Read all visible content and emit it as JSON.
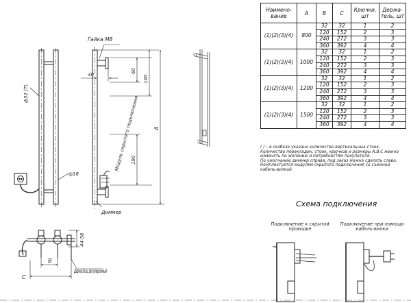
{
  "drawing": {
    "labels": {
      "nut": "Гайка М8",
      "diam32": "ф32 (Т)",
      "diam18": "ф18",
      "module": "Модуль скрытого подключения",
      "dimmer": "Диммер",
      "holder": "Держатель регулируемый",
      "dimA": "A",
      "dimB": "B",
      "dimC": "C",
      "dim40": "40",
      "dim60": "60",
      "dim100": "100",
      "dim190": "190",
      "dim4456": "44-56"
    }
  },
  "table": {
    "headers": [
      "Наимено-вание",
      "A",
      "B",
      "C",
      "Крючки, шт",
      "Держа-тель, шт"
    ],
    "groups": [
      {
        "name": "(1)(2)(3)(4)",
        "a": "800",
        "rows": [
          [
            "32",
            "32",
            "1",
            "2"
          ],
          [
            "120",
            "152",
            "2",
            "3"
          ],
          [
            "240",
            "272",
            "3",
            "3"
          ],
          [
            "360",
            "392",
            "4",
            "4"
          ]
        ]
      },
      {
        "name": "(1)(2)(3)(4)",
        "a": "1000",
        "rows": [
          [
            "32",
            "32",
            "1",
            "2"
          ],
          [
            "120",
            "152",
            "2",
            "3"
          ],
          [
            "240",
            "272",
            "3",
            "3"
          ],
          [
            "360",
            "392",
            "4",
            "4"
          ]
        ]
      },
      {
        "name": "(1)(2)(3)(4)",
        "a": "1200",
        "rows": [
          [
            "32",
            "32",
            "1",
            "2"
          ],
          [
            "120",
            "152",
            "2",
            "3"
          ],
          [
            "240",
            "272",
            "3",
            "3"
          ],
          [
            "360",
            "392",
            "4",
            "4"
          ]
        ]
      },
      {
        "name": "(1)(2)(3)(4)",
        "a": "1500",
        "rows": [
          [
            "32",
            "32",
            "1",
            "2"
          ],
          [
            "120",
            "152",
            "2",
            "3"
          ],
          [
            "240",
            "272",
            "3",
            "3"
          ],
          [
            "360",
            "392",
            "4",
            "4"
          ]
        ]
      }
    ]
  },
  "notes": [
    "( ) – в скобках указано количество вертикальных стоек.",
    "Количество перекладин, стоек, крючков и размеры A,B,C можно",
    "изменять по желанию и потребностям покупателя.",
    "По умолчанию диммер справа, под заказ можно сделать слева.",
    "Комплектуется модулем скрытого подключения со съемной",
    "кабель-вилкой."
  ],
  "scheme": {
    "title": "Схема подключения",
    "left_caption": "Подключение к скрытой проводке",
    "right_caption": "Подключение при помощи кабель-вилки"
  }
}
